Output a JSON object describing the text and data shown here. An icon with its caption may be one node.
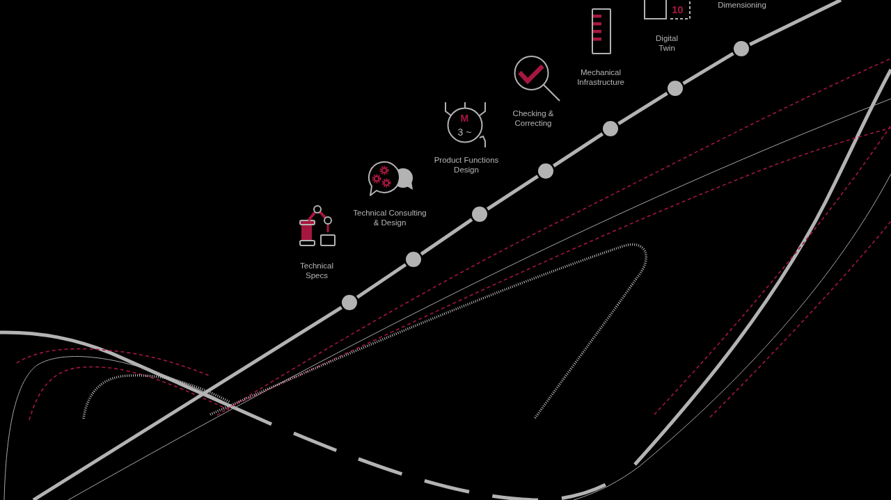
{
  "diagram": {
    "nodes": [
      {
        "text": [],
        "shape": "circle"
      },
      {
        "text": [],
        "shape": "circle"
      },
      {
        "text": [],
        "shape": "circle"
      },
      {
        "text": [],
        "shape": "circle"
      },
      {
        "text": [],
        "shape": "circle"
      },
      {
        "text": [],
        "shape": "circle"
      },
      {
        "text": [],
        "shape": "circle"
      }
    ],
    "edges": [
      {
        "from": null,
        "to": 0,
        "arrow": "none"
      },
      {
        "from": 0,
        "to": 1,
        "arrow": "none"
      },
      {
        "from": 1,
        "to": 2,
        "arrow": "none"
      },
      {
        "from": 2,
        "to": 3,
        "arrow": "none"
      },
      {
        "from": 3,
        "to": 4,
        "arrow": "none"
      },
      {
        "from": 4,
        "to": 5,
        "arrow": "none"
      },
      {
        "from": 5,
        "to": 6,
        "arrow": "none"
      },
      {
        "from": 6,
        "to": null,
        "arrow": "none"
      }
    ],
    "labels": [
      "Dimensioning",
      "10",
      "Digital Twin",
      "Mechanical Infrastructure",
      "Checking & Correcting",
      "M",
      "3 ~",
      "Product Functions Design",
      "Technical Consulting & Design",
      "Technical Specs"
    ]
  }
}
